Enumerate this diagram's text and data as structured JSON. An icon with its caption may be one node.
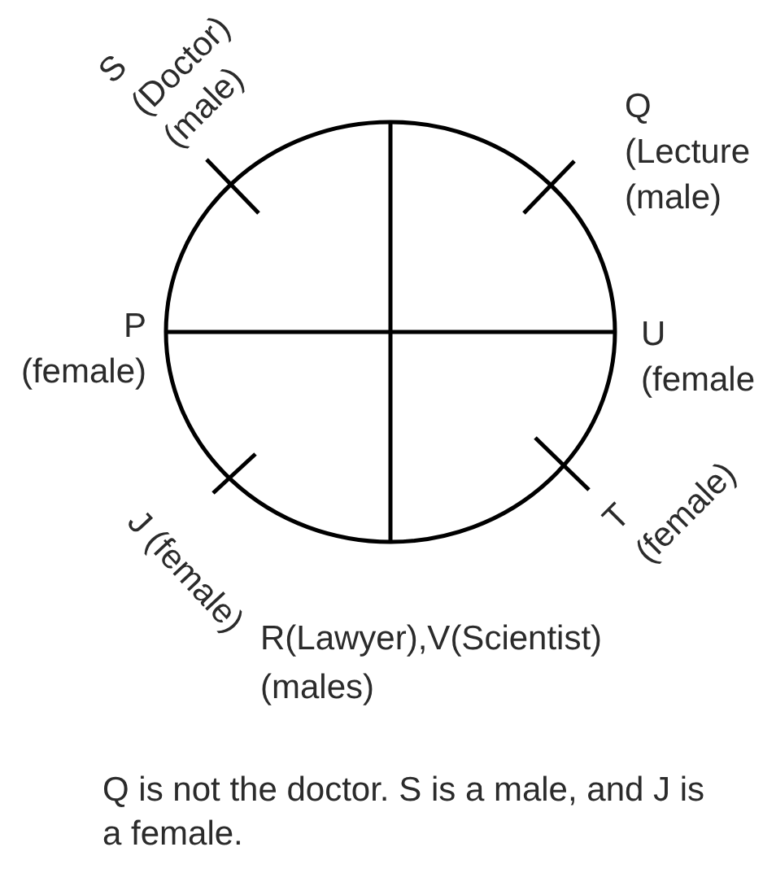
{
  "diagram": {
    "labels": [
      "S (Doctor) (male)",
      "Q (Lecture (male)",
      "P (female)",
      "U (female",
      "J (female)",
      "T (female)",
      "R(Lawyer),V(Scientist) (males)",
      "Q is not the doctor. S is a male, and J is a female."
    ]
  }
}
